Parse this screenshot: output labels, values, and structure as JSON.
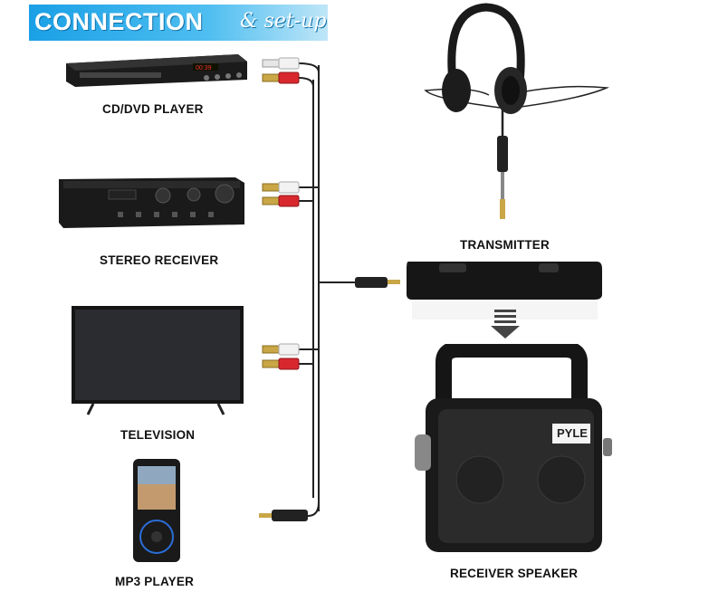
{
  "banner": {
    "title": "CONNECTION",
    "subtitle": "& set-up"
  },
  "devices": {
    "cd_dvd": {
      "label": "CD/DVD PLAYER"
    },
    "stereo": {
      "label": "STEREO RECEIVER"
    },
    "tv": {
      "label": "TELEVISION"
    },
    "mp3": {
      "label": "MP3 PLAYER"
    },
    "transmitter": {
      "label": "TRANSMITTER"
    },
    "speaker": {
      "label": "RECEIVER SPEAKER",
      "brand": "PYLE"
    }
  },
  "icons": [
    "headphones-icon",
    "down-arrow-icon",
    "rca-plug-icon",
    "aux-plug-icon"
  ],
  "colors": {
    "banner": "#1aa0e6",
    "rca_red": "#d8282e",
    "rca_white": "#e6e6e6",
    "device": "#1a1a1a"
  }
}
